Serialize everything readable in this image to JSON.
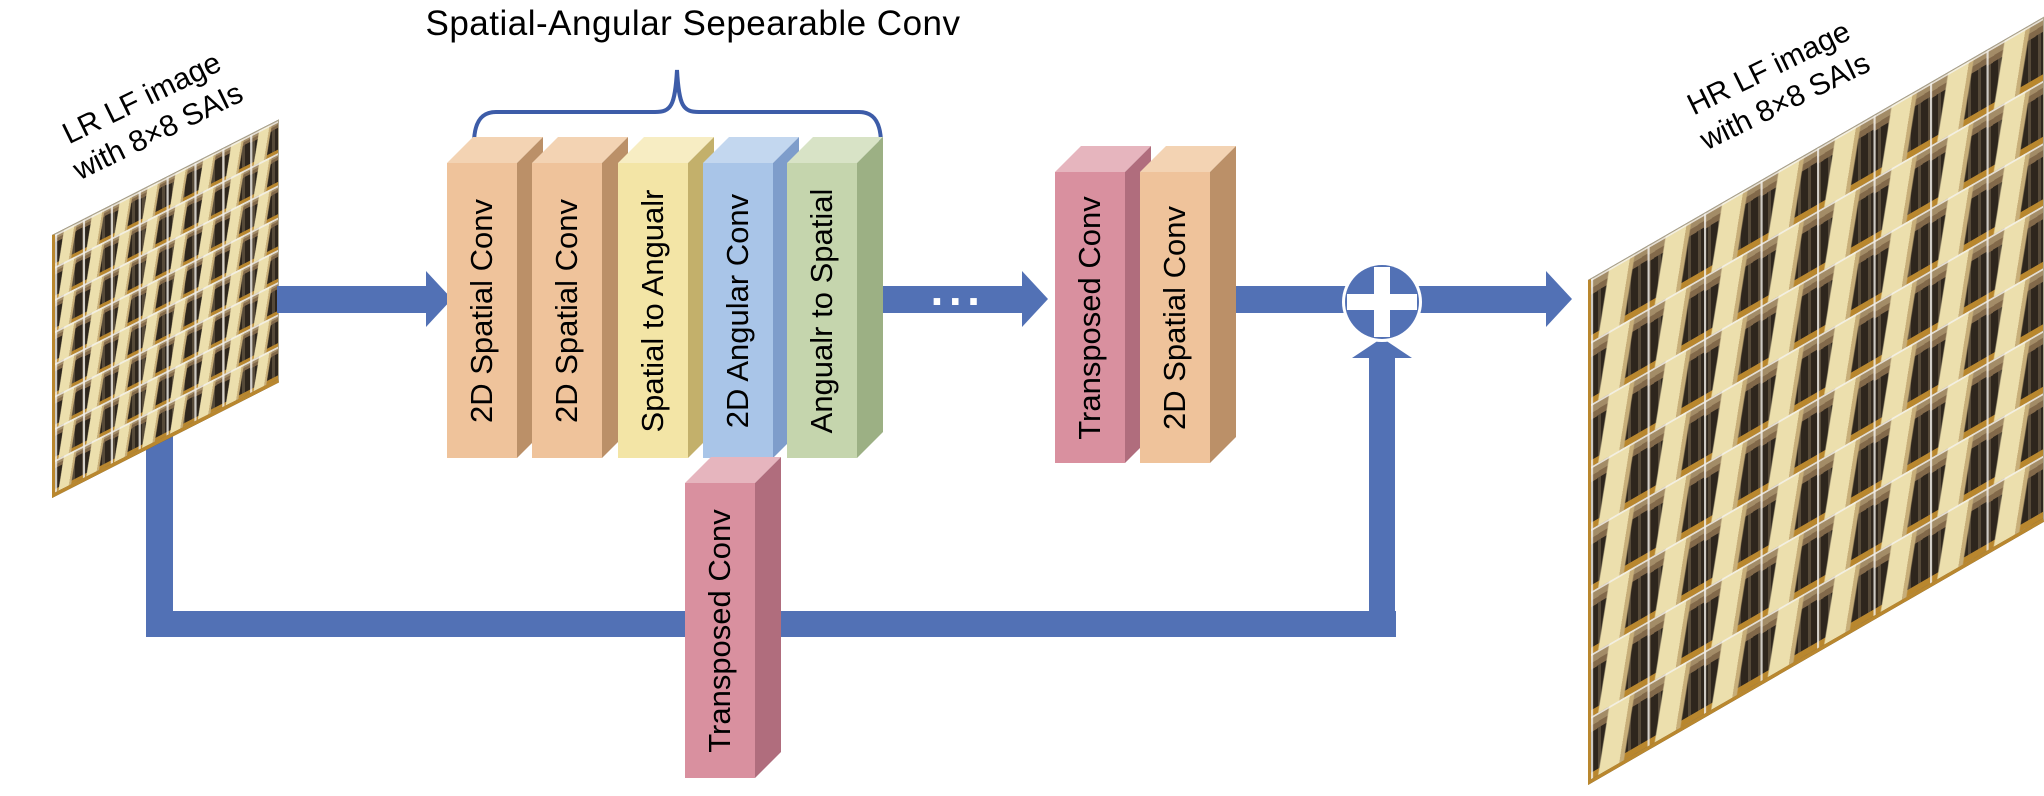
{
  "title": "Spatial-Angular Sepearable Conv",
  "left_image": {
    "caption_line1": "LR LF image",
    "caption_line2": "with 8×8 SAIs"
  },
  "right_image": {
    "caption_line1": "HR LF image",
    "caption_line2": "with 8×8 SAIs"
  },
  "sas_blocks": [
    {
      "label": "2D Spatial Conv",
      "color": "#efc39b"
    },
    {
      "label": "2D Spatial Conv",
      "color": "#efc39b"
    },
    {
      "label": "Spatial to Angualr",
      "color": "#f3e5a6"
    },
    {
      "label": "2D Angular Conv",
      "color": "#a9c5e8"
    },
    {
      "label": "Angualr to Spatial",
      "color": "#c5d5ad"
    }
  ],
  "tail_blocks": [
    {
      "label": "Transposed Conv",
      "color": "#d9909f"
    },
    {
      "label": "2D Spatial Conv",
      "color": "#efc39b"
    }
  ],
  "skip_block": {
    "label": "Transposed Conv",
    "color": "#d9909f"
  },
  "symbols": {
    "ellipsis": "···"
  },
  "colors": {
    "arrow": "#5271b5",
    "brace": "#3d5ca8",
    "plus_circle": "#5271b5",
    "plus_sign": "#ffffff"
  },
  "grid": {
    "sai_rows": 8,
    "sai_cols": 8
  }
}
